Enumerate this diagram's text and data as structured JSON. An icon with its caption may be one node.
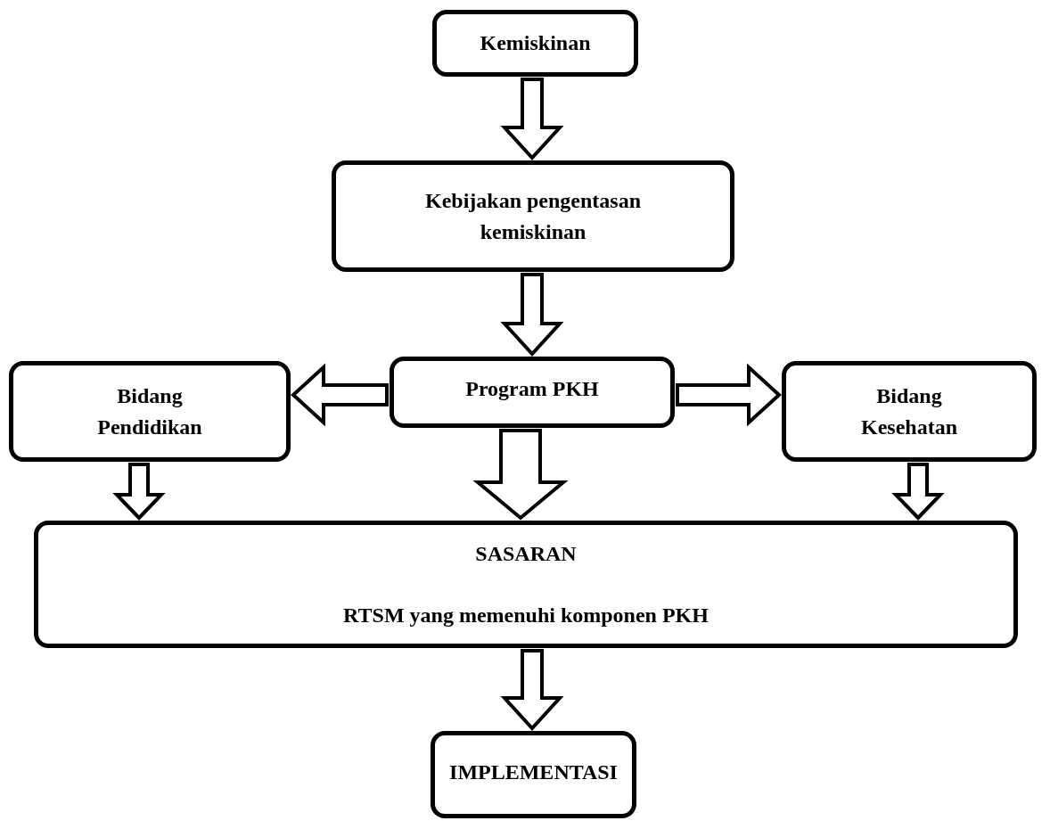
{
  "diagram": {
    "nodes": [
      {
        "text": [
          "Kemiskinan"
        ]
      },
      {
        "text": [
          "Kebijakan pengentasan kemiskinan"
        ]
      },
      {
        "text": [
          "Program PKH"
        ]
      },
      {
        "text": [
          "Bidang Pendidikan"
        ]
      },
      {
        "text": [
          "Bidang Kesehatan"
        ]
      },
      {
        "text": [
          "SASARAN",
          "RTSM yang memenuhi komponen PKH"
        ]
      },
      {
        "text": [
          "IMPLEMENTASI"
        ]
      }
    ],
    "edges": [
      {
        "from": 0,
        "to": 1,
        "arrow": "to"
      },
      {
        "from": 1,
        "to": 2,
        "arrow": "to"
      },
      {
        "from": 2,
        "to": 3,
        "arrow": "to"
      },
      {
        "from": 2,
        "to": 4,
        "arrow": "to"
      },
      {
        "from": 3,
        "to": 5,
        "arrow": "to"
      },
      {
        "from": 2,
        "to": 5,
        "arrow": "to"
      },
      {
        "from": 4,
        "to": 5,
        "arrow": "to"
      },
      {
        "from": 5,
        "to": 6,
        "arrow": "to"
      }
    ]
  }
}
